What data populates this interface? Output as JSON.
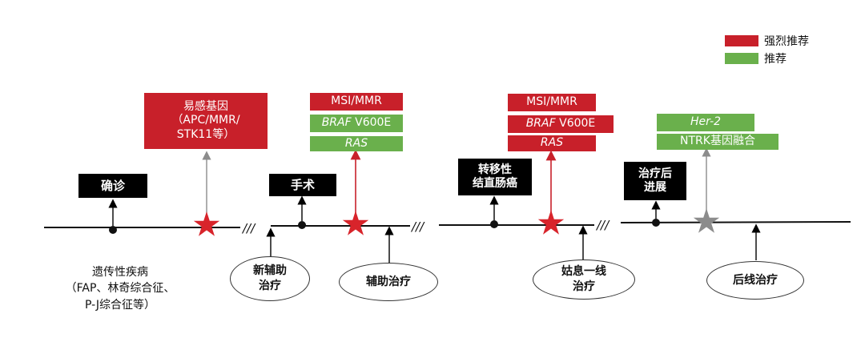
{
  "legend": [
    {
      "label": "强烈推荐",
      "color": "#c8202a"
    },
    {
      "label": "推荐",
      "color": "#6ab04c"
    }
  ],
  "stages": {
    "diagnosis": "确诊",
    "surgery": "手术",
    "metastatic": [
      "转移性",
      "结直肠癌"
    ],
    "progression": [
      "治疗后",
      "进展"
    ]
  },
  "below": {
    "hereditary": [
      "遗传性疾病",
      "（FAP、林奇综合征、",
      "P-J综合征等）"
    ],
    "neoadjuvant": [
      "新辅助",
      "治疗"
    ],
    "adjuvant": "辅助治疗",
    "palliative": [
      "姑息一线",
      "治疗"
    ],
    "later_line": "后线治疗"
  },
  "tests": {
    "susceptibility": [
      "易感基因",
      "（APC/MMR/",
      "STK11等）"
    ],
    "group2": {
      "msi": "MSI/MMR",
      "braf_italic": "BRAF",
      "braf_rest": " V600E",
      "ras": "RAS"
    },
    "group3": {
      "msi": "MSI/MMR",
      "braf_italic": "BRAF",
      "braf_rest": " V600E",
      "ras": "RAS"
    },
    "group4": {
      "her2": "Her-2",
      "ntrk": "NTRK基因融合"
    }
  },
  "break_mark": "///",
  "colors": {
    "red": "#c8202a",
    "green": "#6ab04c",
    "grey": "#8c8c8c",
    "black": "#000000"
  }
}
